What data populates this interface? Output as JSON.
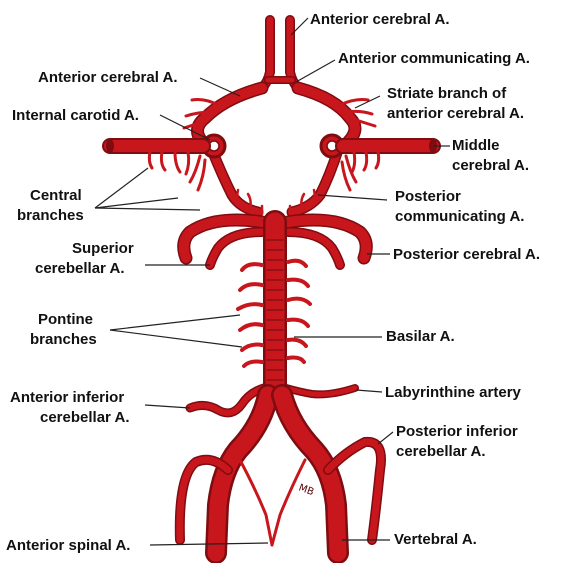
{
  "figure": {
    "signature": "MB",
    "vessel_color": "#c8161d",
    "vessel_outline_color": "#7e0c10"
  },
  "labels": {
    "anterior_cerebral_top": "Anterior cerebral A.",
    "anterior_communicating": "Anterior communicating A.",
    "anterior_cerebral_left": "Anterior cerebral A.",
    "striate_branch_line1": "Striate branch of",
    "striate_branch_line2": "anterior cerebral A.",
    "internal_carotid": "Internal carotid A.",
    "middle_cerebral_line1": "Middle",
    "middle_cerebral_line2": "cerebral A.",
    "central_branches_line1": "Central",
    "central_branches_line2": "branches",
    "posterior_communicating_line1": "Posterior",
    "posterior_communicating_line2": "communicating A.",
    "superior_cerebellar_line1": "Superior",
    "superior_cerebellar_line2": "cerebellar A.",
    "posterior_cerebral": "Posterior cerebral A.",
    "pontine_branches_line1": "Pontine",
    "pontine_branches_line2": "branches",
    "basilar": "Basilar A.",
    "aica_line1": "Anterior inferior",
    "aica_line2": "cerebellar A.",
    "labyrinthine": "Labyrinthine artery",
    "pica_line1": "Posterior inferior",
    "pica_line2": "cerebellar A.",
    "vertebral": "Vertebral A.",
    "anterior_spinal": "Anterior spinal A."
  }
}
